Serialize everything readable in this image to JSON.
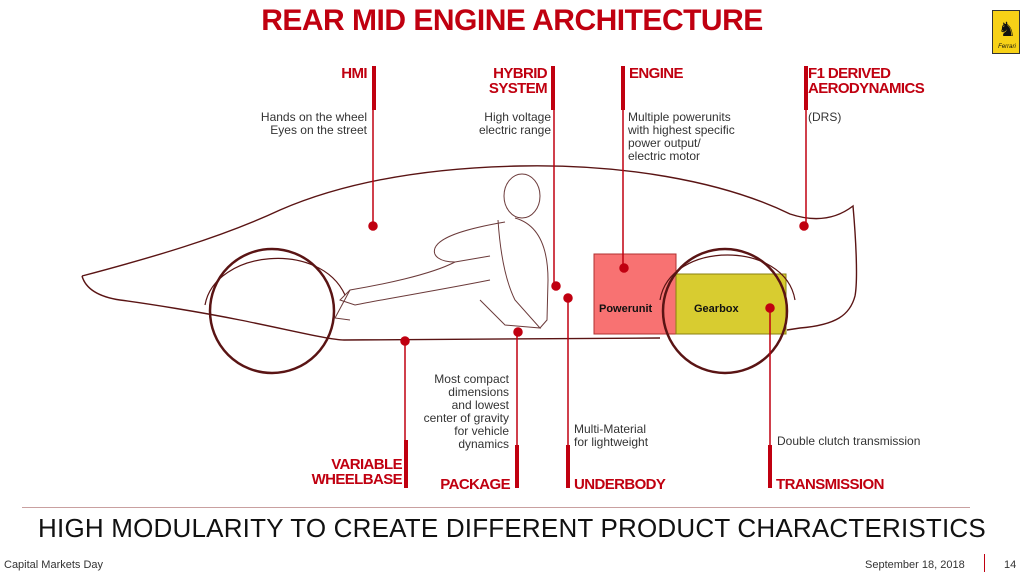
{
  "title": "REAR MID ENGINE ARCHITECTURE",
  "logo": {
    "icon": "prancing-horse-icon",
    "text": "Ferrari",
    "color": "#f7d117"
  },
  "colors": {
    "accent": "#c00010",
    "powerunit": "#f87272",
    "gearbox": "#d8cc30",
    "outline": "#5a1414"
  },
  "top_labels": {
    "hmi": {
      "label": "HMI",
      "desc": [
        "Hands on the wheel",
        "Eyes on the street"
      ]
    },
    "hybrid": {
      "label": [
        "HYBRID",
        "SYSTEM"
      ],
      "desc": [
        "High voltage",
        "electric range"
      ]
    },
    "engine": {
      "label": "ENGINE",
      "desc": [
        "Multiple powerunits",
        "with highest specific",
        "power output/",
        "electric motor"
      ]
    },
    "aero": {
      "label": [
        "F1 DERIVED",
        "AERODYNAMICS"
      ],
      "desc": [
        "(DRS)"
      ]
    }
  },
  "bottom_labels": {
    "wheelbase": {
      "label": [
        "VARIABLE",
        "WHEELBASE"
      ]
    },
    "package": {
      "label": "PACKAGE",
      "desc": [
        "Most compact",
        "dimensions",
        "and lowest",
        "center of gravity",
        "for vehicle",
        "dynamics"
      ]
    },
    "underbody": {
      "label": "UNDERBODY",
      "desc": [
        "Multi-Material",
        "for lightweight"
      ]
    },
    "transmission": {
      "label": "TRANSMISSION",
      "desc": [
        "Double clutch transmission"
      ]
    }
  },
  "components": {
    "powerunit": "Powerunit",
    "gearbox": "Gearbox"
  },
  "subtitle": "HIGH MODULARITY TO CREATE DIFFERENT PRODUCT CHARACTERISTICS",
  "footer": {
    "left": "Capital Markets Day",
    "date": "September 18, 2018",
    "page": "14"
  }
}
